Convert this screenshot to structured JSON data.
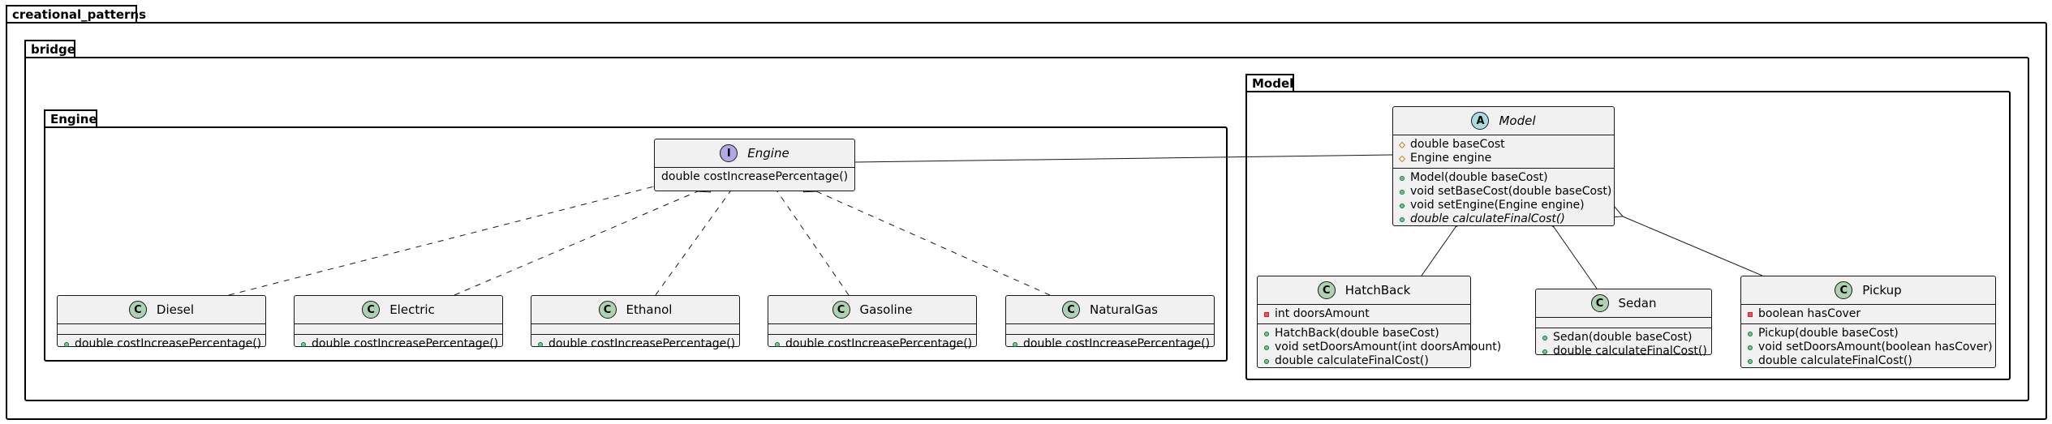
{
  "packages": {
    "root": "creational_patterns",
    "bridge": "bridge",
    "engine": "Engine",
    "model": "Model"
  },
  "classes": {
    "engine": {
      "name": "Engine",
      "kind": "I",
      "fields": [],
      "methods": [
        {
          "vis": "none",
          "text": "double costIncreasePercentage()"
        }
      ]
    },
    "diesel": {
      "name": "Diesel",
      "kind": "C",
      "methods": [
        {
          "vis": "pub",
          "text": "double costIncreasePercentage()"
        }
      ]
    },
    "electric": {
      "name": "Electric",
      "kind": "C",
      "methods": [
        {
          "vis": "pub",
          "text": "double costIncreasePercentage()"
        }
      ]
    },
    "ethanol": {
      "name": "Ethanol",
      "kind": "C",
      "methods": [
        {
          "vis": "pub",
          "text": "double costIncreasePercentage()"
        }
      ]
    },
    "gasoline": {
      "name": "Gasoline",
      "kind": "C",
      "methods": [
        {
          "vis": "pub",
          "text": "double costIncreasePercentage()"
        }
      ]
    },
    "naturalgas": {
      "name": "NaturalGas",
      "kind": "C",
      "methods": [
        {
          "vis": "pub",
          "text": "double costIncreasePercentage()"
        }
      ]
    },
    "model": {
      "name": "Model",
      "kind": "A",
      "fields": [
        {
          "vis": "prot",
          "text": "double baseCost"
        },
        {
          "vis": "prot",
          "text": "Engine engine"
        }
      ],
      "methods": [
        {
          "vis": "pub",
          "text": "Model(double baseCost)"
        },
        {
          "vis": "pub",
          "text": "void setBaseCost(double baseCost)"
        },
        {
          "vis": "pub",
          "text": "void setEngine(Engine engine)"
        },
        {
          "vis": "pub",
          "text": "double calculateFinalCost()"
        }
      ]
    },
    "hatchback": {
      "name": "HatchBack",
      "kind": "C",
      "fields": [
        {
          "vis": "priv",
          "text": "int doorsAmount"
        }
      ],
      "methods": [
        {
          "vis": "pub",
          "text": "HatchBack(double baseCost)"
        },
        {
          "vis": "pub",
          "text": "void setDoorsAmount(int doorsAmount)"
        },
        {
          "vis": "pub",
          "text": "double calculateFinalCost()"
        }
      ]
    },
    "sedan": {
      "name": "Sedan",
      "kind": "C",
      "fields": [],
      "methods": [
        {
          "vis": "pub",
          "text": "Sedan(double baseCost)"
        },
        {
          "vis": "pub",
          "text": "double calculateFinalCost()"
        }
      ]
    },
    "pickup": {
      "name": "Pickup",
      "kind": "C",
      "fields": [
        {
          "vis": "priv",
          "text": "boolean hasCover"
        }
      ],
      "methods": [
        {
          "vis": "pub",
          "text": "Pickup(double baseCost)"
        },
        {
          "vis": "pub",
          "text": "void setDoorsAmount(boolean hasCover)"
        },
        {
          "vis": "pub",
          "text": "double calculateFinalCost()"
        }
      ]
    }
  },
  "colors": {
    "class_fill": "#f1f1f1",
    "class_border": "#181818",
    "circle_class": "#add1b2",
    "circle_interface": "#b4a7e5",
    "circle_abstract": "#a9dcdf"
  }
}
